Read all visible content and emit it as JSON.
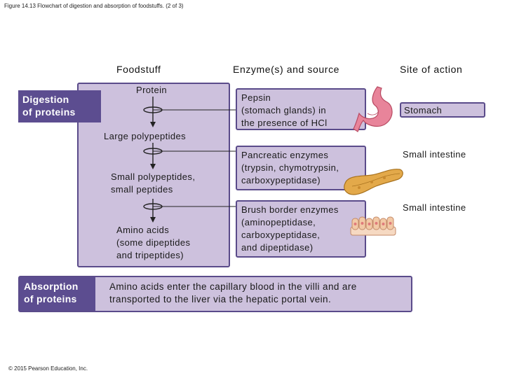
{
  "caption": "Figure 14.13 Flowchart of digestion and absorption of foodstuffs. (2 of 3)",
  "headers": {
    "foodstuff": "Foodstuff",
    "enzyme": "Enzyme(s) and source",
    "site": "Site of action"
  },
  "digestion_label": [
    "Digestion",
    "of proteins"
  ],
  "absorption_label": [
    "Absorption",
    "of proteins"
  ],
  "foodstuffs": {
    "protein": "Protein",
    "large": "Large polypeptides",
    "small": [
      "Small polypeptides,",
      "small peptides"
    ],
    "amino": [
      "Amino acids",
      "(some dipeptides",
      "and tripeptides)"
    ]
  },
  "enzymes": [
    [
      "Pepsin",
      "(stomach glands) in",
      "the presence of HCl"
    ],
    [
      "Pancreatic enzymes",
      "(trypsin, chymotrypsin,",
      "carboxypeptidase)"
    ],
    [
      "Brush border enzymes",
      "(aminopeptidase,",
      "carboxypeptidase,",
      "and dipeptidase)"
    ]
  ],
  "sites": [
    "Stomach",
    "Small intestine",
    "Small intestine"
  ],
  "absorption_text": [
    "Amino acids enter the capillary blood in the villi and are",
    "transported to the liver via the hepatic portal vein."
  ],
  "copyright": "© 2015 Pearson Education, Inc.",
  "colors": {
    "panel_fill": "#cdc1dd",
    "panel_border": "#5a4b8a",
    "label_fill": "#5c4d90",
    "stomach": "#e8849a",
    "pancreas": "#e3a94a",
    "intestine": "#f2c9a6"
  },
  "icons": [
    "stomach-icon",
    "pancreas-icon",
    "intestinal-villi-icon"
  ]
}
